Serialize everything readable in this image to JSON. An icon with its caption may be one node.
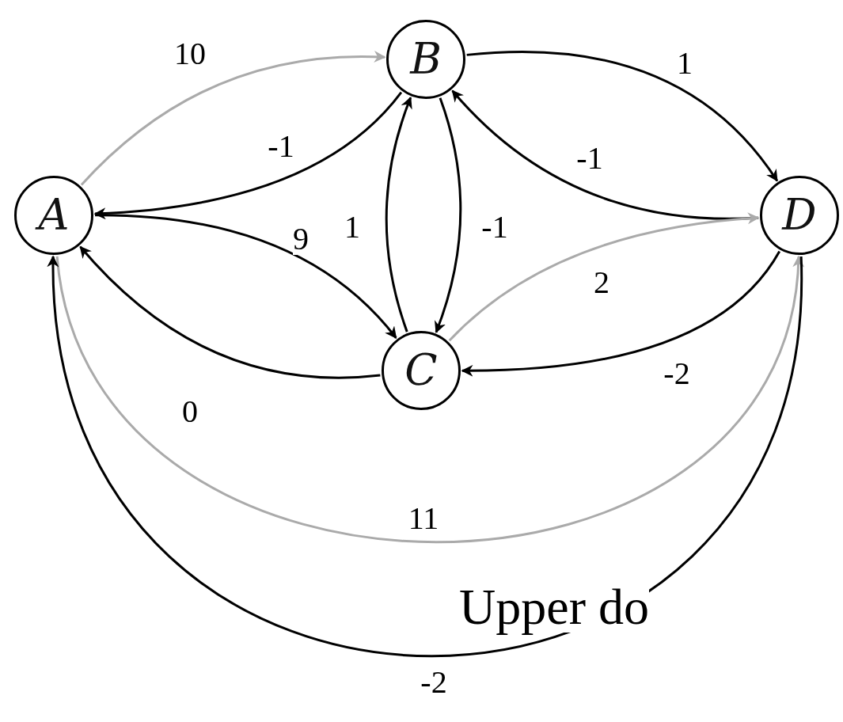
{
  "diagram": {
    "nodes": [
      {
        "text": [
          "A"
        ]
      },
      {
        "text": [
          "B"
        ]
      },
      {
        "text": [
          "C"
        ]
      },
      {
        "text": [
          "D"
        ]
      }
    ],
    "edges": [
      {
        "from": 0,
        "to": 1,
        "arrow": "to",
        "label": "10",
        "color": "#aaaaaa"
      },
      {
        "from": 1,
        "to": 0,
        "arrow": "to",
        "label": "-1"
      },
      {
        "from": 0,
        "to": 2,
        "arrow": "to",
        "label": "9"
      },
      {
        "from": 2,
        "to": 0,
        "arrow": "to",
        "label": "0"
      },
      {
        "from": 2,
        "to": 1,
        "arrow": "to",
        "label": "1"
      },
      {
        "from": 1,
        "to": 2,
        "arrow": "to",
        "label": "-1"
      },
      {
        "from": 1,
        "to": 3,
        "arrow": "to",
        "label": "1"
      },
      {
        "from": 3,
        "to": 1,
        "arrow": "to",
        "label": "-1"
      },
      {
        "from": 2,
        "to": 3,
        "arrow": "to",
        "label": "2",
        "color": "#aaaaaa"
      },
      {
        "from": 3,
        "to": 2,
        "arrow": "to",
        "label": "-2"
      },
      {
        "from": 0,
        "to": 3,
        "arrow": "to",
        "label": "11",
        "color": "#aaaaaa"
      },
      {
        "from": 3,
        "to": 0,
        "arrow": "to",
        "label": "-2"
      }
    ],
    "labels": [
      "Upper do"
    ]
  }
}
